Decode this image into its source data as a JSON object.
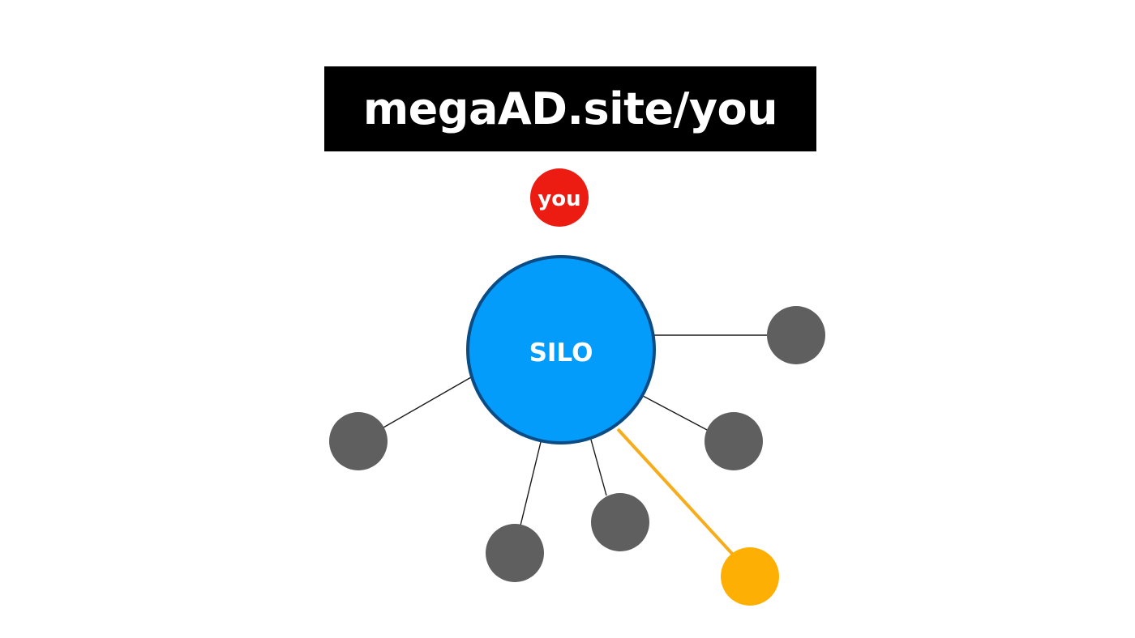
{
  "banner": {
    "text": "megaAD.site/you"
  },
  "hub": {
    "label": "SILO",
    "fill": "#049CFB",
    "stroke": "#0B4C85"
  },
  "you_node": {
    "label": "you",
    "fill": "#EC1C13",
    "link_color": "#E42A1D"
  },
  "highlight_node": {
    "fill": "#FDAF03",
    "link_color": "#F7AC1A"
  },
  "satellite_color": "#5F5F5F",
  "link_color": "#1A1A1A"
}
